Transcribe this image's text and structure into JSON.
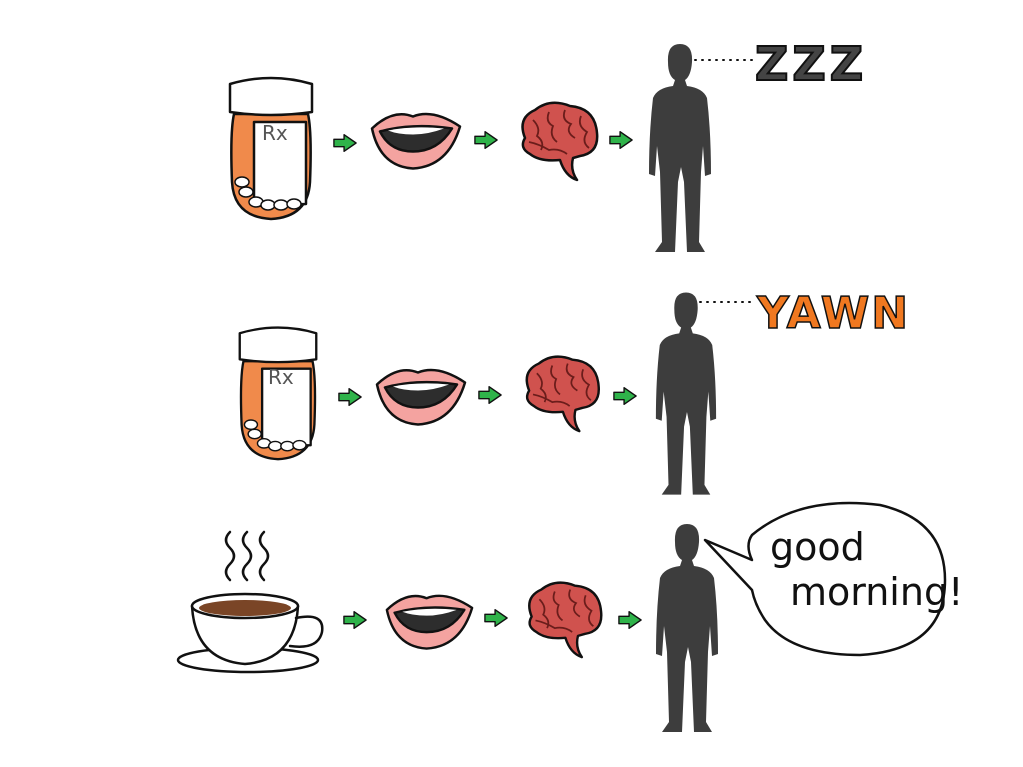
{
  "rows": [
    {
      "source": "pill-bottle",
      "label": "Rx",
      "reaction": "ZZZ"
    },
    {
      "source": "pill-bottle",
      "label": "Rx",
      "reaction": "YAWN"
    },
    {
      "source": "coffee-cup",
      "speech": [
        "good",
        "morning!"
      ]
    }
  ],
  "colors": {
    "orange": "#f08a4b",
    "arrow": "#2fb34a",
    "lips": "#f4a3a0",
    "brain": "#d0524e",
    "person": "#3d3d3d",
    "yawn": "#f07820",
    "coffee": "#7a4526"
  }
}
